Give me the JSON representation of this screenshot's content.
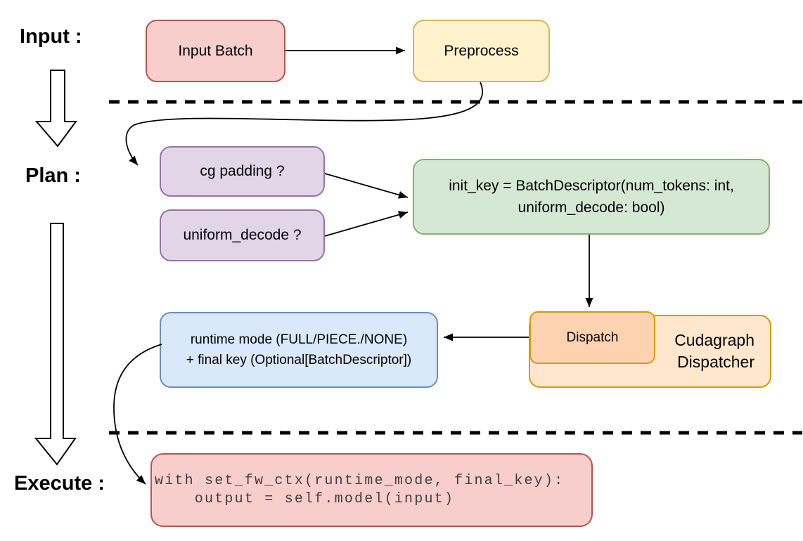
{
  "title": "Cudagraph dispatch flow diagram",
  "stages": {
    "input_label": "Input :",
    "plan_label": "Plan :",
    "execute_label": "Execute :"
  },
  "nodes": {
    "input_batch": {
      "label": "Input Batch",
      "fill": "#f8cecc",
      "border": "#b85450"
    },
    "preprocess": {
      "label": "Preprocess",
      "fill": "#fff2cc",
      "border": "#d6b656"
    },
    "cg_padding": {
      "label": "cg padding ?",
      "fill": "#e1d5e7",
      "border": "#9673a6"
    },
    "uniform_decode": {
      "label": "uniform_decode ?",
      "fill": "#e1d5e7",
      "border": "#9673a6"
    },
    "init_key": {
      "line1": "init_key = BatchDescriptor(num_tokens: int,",
      "line2": "uniform_decode: bool)",
      "fill": "#d5e8d4",
      "border": "#82b366"
    },
    "dispatch": {
      "label": "Dispatch",
      "fill": "#fcd2b0",
      "border": "#d79b00"
    },
    "cudagraph_dispatcher": {
      "line1": "Cudagraph",
      "line2": "Dispatcher",
      "fill": "#ffe6cc",
      "border": "#d79b00"
    },
    "runtime_result": {
      "line1": "runtime mode (FULL/PIECE./NONE)",
      "line2": "+ final key (Optional[BatchDescriptor])",
      "fill": "#dae8fc",
      "border": "#6c8ebf"
    },
    "execute_code": {
      "line1": "with set_fw_ctx(runtime_mode, final_key):",
      "line2": "    output = self.model(input)",
      "fill": "#f8cecc",
      "border": "#b85450",
      "text_color": "#404040"
    }
  },
  "edges": [
    {
      "from": "input_batch",
      "to": "preprocess"
    },
    {
      "from": "preprocess",
      "to": "cg_padding"
    },
    {
      "from": "cg_padding",
      "to": "init_key"
    },
    {
      "from": "uniform_decode",
      "to": "init_key"
    },
    {
      "from": "init_key",
      "to": "dispatch"
    },
    {
      "from": "dispatch",
      "to": "runtime_result"
    },
    {
      "from": "runtime_result",
      "to": "execute_code"
    },
    {
      "from": "input_stage",
      "to": "plan_stage"
    },
    {
      "from": "plan_stage",
      "to": "execute_stage"
    }
  ],
  "colors": {
    "background": "#ffffff",
    "line": "#000000",
    "divider": "#000000"
  }
}
